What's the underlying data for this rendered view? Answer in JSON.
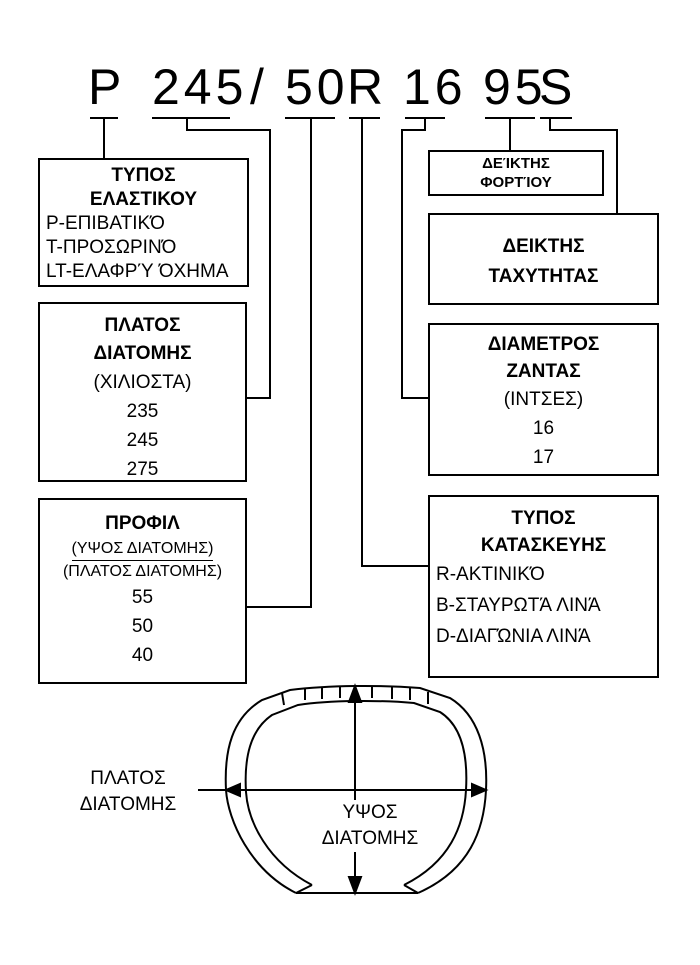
{
  "tire_code": {
    "p": "P",
    "width": "245",
    "slash": "/",
    "aspect": "50",
    "construction": "R",
    "rim": "16",
    "load": "95",
    "speed": "S"
  },
  "tire_type": {
    "title": "ΤΥΠΟΣ\nΕΛΑΣΤΙΚΟΥ",
    "items": [
      "P-ΕΠΙΒΑΤΙΚΌ",
      "T-ΠΡΟΣΩΡΙΝΌ",
      "LT-ΕΛΑΦΡΎ ΌΧΗΜΑ"
    ]
  },
  "section_width": {
    "title": "ΠΛΑΤΟΣ\nΔΙΑΤΟΜΗΣ",
    "unit": "(ΧΙΛΙΟΣΤΑ)",
    "values": [
      "235",
      "245",
      "275"
    ]
  },
  "profile": {
    "title": "ΠΡΟΦΙΛ",
    "numerator": "(ΥΨΟΣ ΔΙΑΤΟΜΗΣ)",
    "denominator": "(ΠΛΑΤΟΣ ΔΙΑΤΟΜΗΣ)",
    "values": [
      "55",
      "50",
      "40"
    ]
  },
  "load_index": {
    "title": "ΔΕΊΚΤΗΣ\nΦΟΡΤΊΟΥ"
  },
  "speed_index": {
    "title": "ΔΕΙΚΤΗΣ\nΤΑΧΥΤΗΤΑΣ"
  },
  "rim_diameter": {
    "title": "ΔΙΑΜΕΤΡΟΣ\nΖΑΝΤΑΣ",
    "unit": "(ΙΝΤΣΕΣ)",
    "values": [
      "16",
      "17"
    ]
  },
  "construction_type": {
    "title": "ΤΥΠΟΣ\nΚΑΤΑΣΚΕΥΗΣ",
    "items": [
      "R-ΑΚΤΙΝΙΚΌ",
      "B-ΣΤΑΥΡΩΤΆ ΛΙΝΆ",
      "D-ΔΙΑΓΏΝΙΑ ΛΙΝΆ"
    ]
  },
  "diagram_labels": {
    "section_width": "ΠΛΑΤΟΣ\nΔΙΑΤΟΜΗΣ",
    "section_height": "ΥΨΟΣ\nΔΙΑΤΟΜΗΣ"
  }
}
